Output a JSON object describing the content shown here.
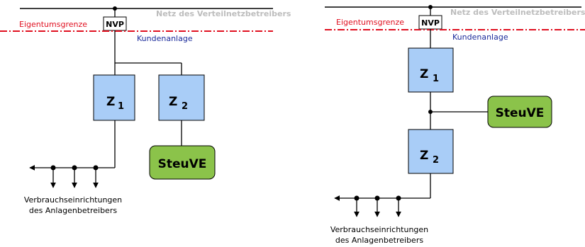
{
  "left": {
    "grid_operator_label": "Netz des Verteilnetzbetreibers",
    "boundary_label": "Eigentumsgrenze",
    "nvp_label": "NVP",
    "customer_label": "Kundenanlage",
    "meter1": {
      "label": "Z",
      "index": "1"
    },
    "meter2": {
      "label": "Z",
      "index": "2"
    },
    "steuve_label": "SteuVE",
    "consumers_line1": "Verbrauchseinrichtungen",
    "consumers_line2": "des Anlagenbetreibers"
  },
  "right": {
    "grid_operator_label": "Netz des Verteilnetzbetreibers",
    "boundary_label": "Eigentumsgrenze",
    "nvp_label": "NVP",
    "customer_label": "Kundenanlage",
    "meter1": {
      "label": "Z",
      "index": "1"
    },
    "meter2": {
      "label": "Z",
      "index": "2"
    },
    "steuve_label": "SteuVE",
    "consumers_line1": "Verbrauchseinrichtungen",
    "consumers_line2": "des Anlagenbetreibers"
  },
  "colors": {
    "meter_fill": "#a9cdf7",
    "steuve_fill": "#8bc34a",
    "boundary_line": "#e01020",
    "customer_text": "#1a2a9a",
    "grid_operator_text": "#bdbdbd"
  }
}
